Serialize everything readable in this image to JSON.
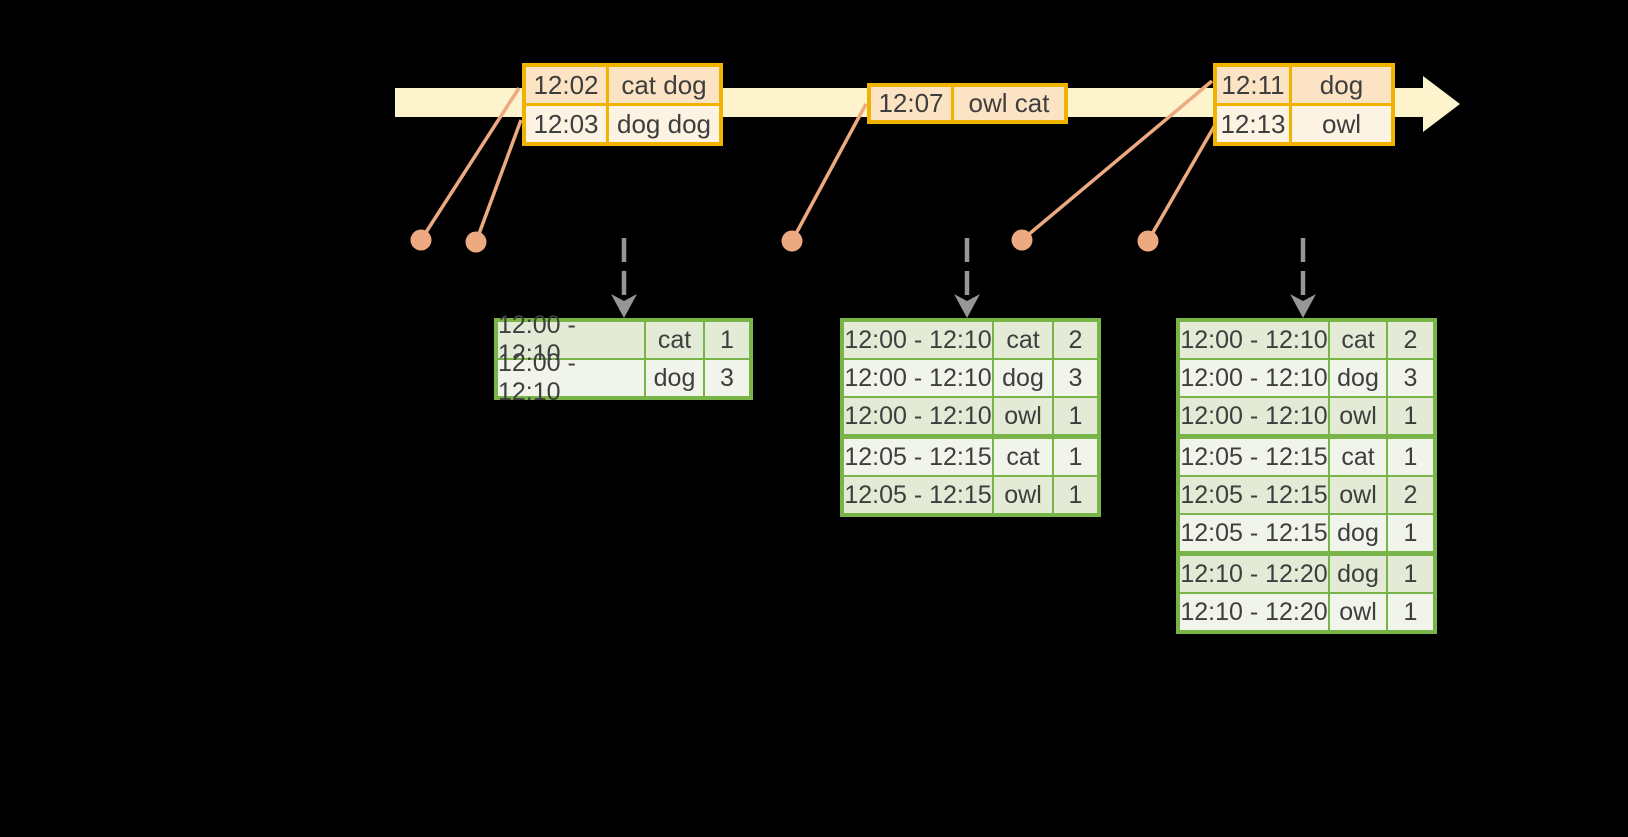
{
  "event_tables": [
    {
      "rows": [
        {
          "time": "12:02",
          "words": "cat dog"
        },
        {
          "time": "12:03",
          "words": "dog dog"
        }
      ]
    },
    {
      "rows": [
        {
          "time": "12:07",
          "words": "owl cat"
        }
      ]
    },
    {
      "rows": [
        {
          "time": "12:11",
          "words": "dog"
        },
        {
          "time": "12:13",
          "words": "owl"
        }
      ]
    }
  ],
  "result_tables": [
    {
      "rows": [
        [
          "12:00 - 12:10",
          "cat",
          "1"
        ],
        [
          "12:00 - 12:10",
          "dog",
          "3"
        ]
      ]
    },
    {
      "rows": [
        [
          "12:00 - 12:10",
          "cat",
          "2"
        ],
        [
          "12:00 - 12:10",
          "dog",
          "3"
        ],
        [
          "12:00 - 12:10",
          "owl",
          "1"
        ],
        [
          "12:05 - 12:15",
          "cat",
          "1"
        ],
        [
          "12:05 - 12:15",
          "owl",
          "1"
        ]
      ]
    },
    {
      "rows": [
        [
          "12:00 - 12:10",
          "cat",
          "2"
        ],
        [
          "12:00 - 12:10",
          "dog",
          "3"
        ],
        [
          "12:00 - 12:10",
          "owl",
          "1"
        ],
        [
          "12:05 - 12:15",
          "cat",
          "1"
        ],
        [
          "12:05 - 12:15",
          "owl",
          "2"
        ],
        [
          "12:05 - 12:15",
          "dog",
          "1"
        ],
        [
          "12:10 - 12:20",
          "dog",
          "1"
        ],
        [
          "12:10 - 12:20",
          "owl",
          "1"
        ]
      ]
    }
  ],
  "colors": {
    "background": "#000000",
    "timeline_band": "#fdf3cd",
    "event_border": "#f0b300",
    "event_row_peach": "#fbe3c3",
    "event_row_cream": "#fdf3e3",
    "connector_salmon": "#edaa81",
    "result_border": "#79b449",
    "result_row_dark": "#e3ead5",
    "result_row_light": "#f0f4eb",
    "trigger_arrow_gray": "#969696",
    "text": "#3e3e3e"
  }
}
